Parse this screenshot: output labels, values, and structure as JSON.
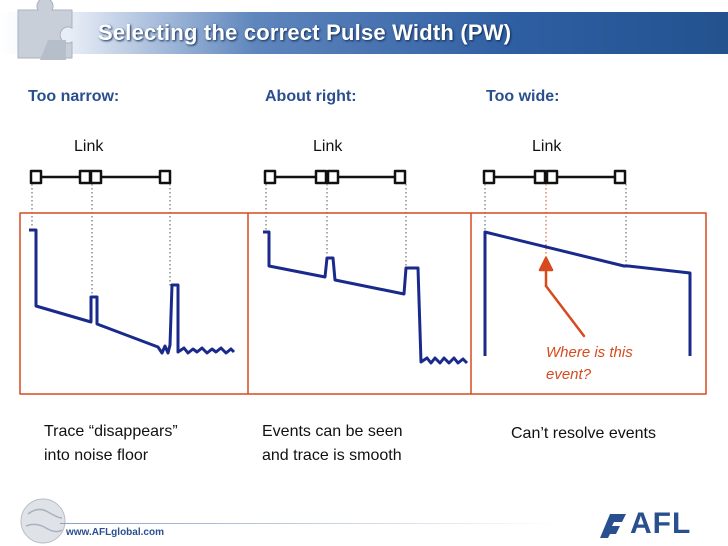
{
  "title": "Selecting the correct Pulse Width (PW)",
  "columns": [
    {
      "heading": "Too narrow:",
      "link_label": "Link",
      "caption_line1": "Trace “disappears”",
      "caption_line2": "into noise floor"
    },
    {
      "heading": "About right:",
      "link_label": "Link",
      "caption_line1": "Events can be seen",
      "caption_line2": "and trace is smooth"
    },
    {
      "heading": "Too wide:",
      "link_label": "Link",
      "caption_line1": "Can’t resolve events",
      "caption_line2": ""
    }
  ],
  "annotation": {
    "line1": "Where is this",
    "line2": "event?"
  },
  "footer": {
    "url": "www.AFLglobal.com",
    "logo": "AFL"
  },
  "colors": {
    "trace": "#1a2a8c",
    "frame": "#d64a1e",
    "heading": "#2a4f8f",
    "title_bar": "#2f5fa3"
  }
}
